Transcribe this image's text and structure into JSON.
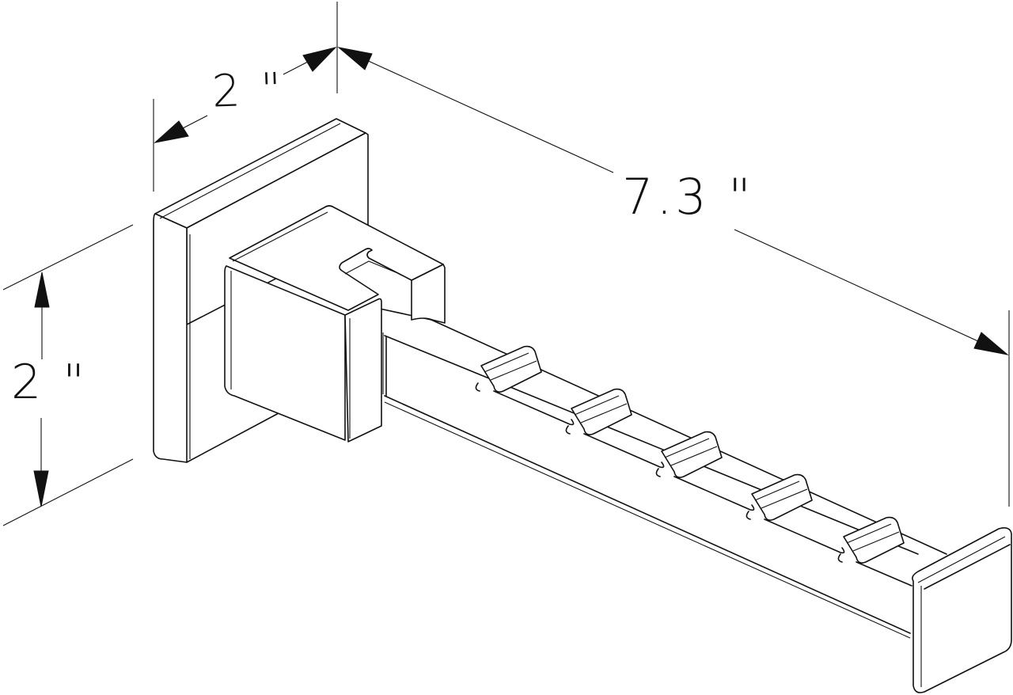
{
  "figure": {
    "subject": "Square curtain rod bracket with wall plate and notched extension arm",
    "style": "line-art isometric technical drawing",
    "colors": {
      "background": "#ffffff",
      "line": "#111111"
    }
  },
  "dimensions": {
    "plate_width": {
      "value": "2",
      "unit": "\"",
      "label": "2 \""
    },
    "projection_length": {
      "value": "7.3",
      "unit": "\"",
      "label": "7.3 \""
    },
    "plate_height": {
      "value": "2",
      "unit": "\"",
      "label": "2 \""
    }
  },
  "parts": {
    "wall_plate": "square mounting plate",
    "collar": "square collar block with open slot",
    "arm": "bar arm with 5 rod notches",
    "end_cap": "square end stop",
    "notch_count": 5
  }
}
